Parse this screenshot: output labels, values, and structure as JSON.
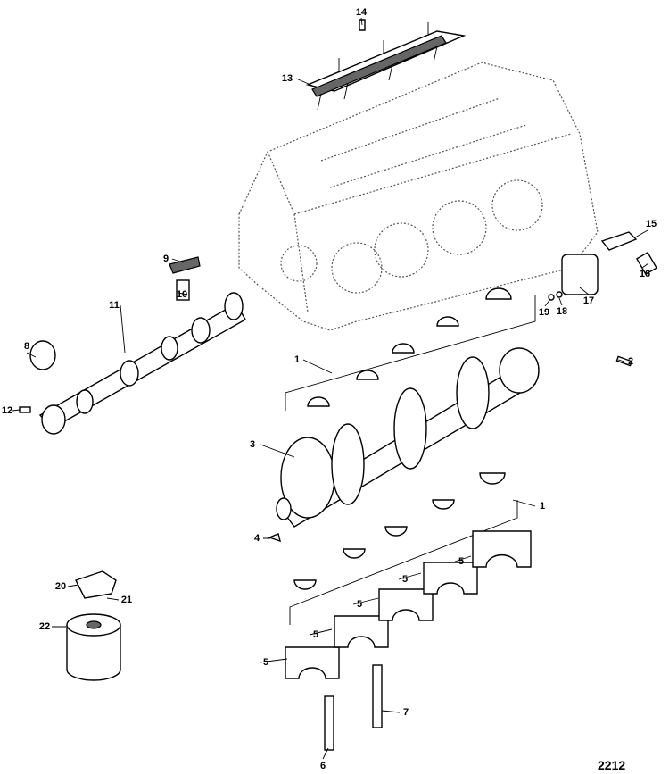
{
  "figure_number": "2212",
  "callouts": [
    {
      "id": "c14",
      "label": "14"
    },
    {
      "id": "c13",
      "label": "13"
    },
    {
      "id": "c9",
      "label": "9"
    },
    {
      "id": "c10",
      "label": "10"
    },
    {
      "id": "c11",
      "label": "11"
    },
    {
      "id": "c8",
      "label": "8"
    },
    {
      "id": "c12",
      "label": "12"
    },
    {
      "id": "c1a",
      "label": "1"
    },
    {
      "id": "c2",
      "label": "2"
    },
    {
      "id": "c3",
      "label": "3"
    },
    {
      "id": "c1b",
      "label": "1"
    },
    {
      "id": "c4",
      "label": "4"
    },
    {
      "id": "c5a",
      "label": "5"
    },
    {
      "id": "c5b",
      "label": "5"
    },
    {
      "id": "c5c",
      "label": "5"
    },
    {
      "id": "c5d",
      "label": "5"
    },
    {
      "id": "c5e",
      "label": "5"
    },
    {
      "id": "c7",
      "label": "7"
    },
    {
      "id": "c6",
      "label": "6"
    },
    {
      "id": "c20",
      "label": "20"
    },
    {
      "id": "c21",
      "label": "21"
    },
    {
      "id": "c22",
      "label": "22"
    },
    {
      "id": "c15",
      "label": "15"
    },
    {
      "id": "c16",
      "label": "16"
    },
    {
      "id": "c17",
      "label": "17"
    },
    {
      "id": "c18",
      "label": "18"
    },
    {
      "id": "c19",
      "label": "19"
    }
  ]
}
